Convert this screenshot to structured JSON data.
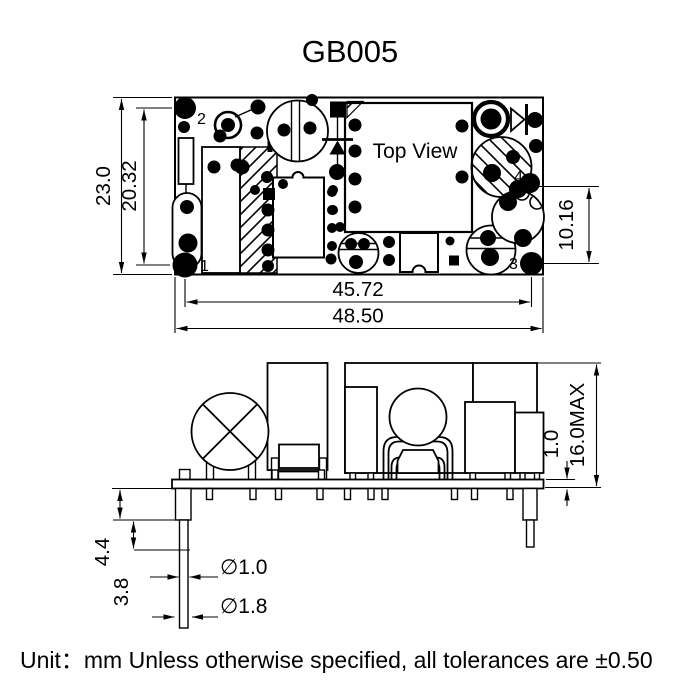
{
  "title": "GB005",
  "footer": "Unit：mm Unless otherwise specified, all tolerances are ±0.50",
  "top_view": {
    "label": "Top View",
    "pad_labels": {
      "pad1": "1",
      "pad2": "2",
      "pad3": "3",
      "pad4": "4"
    },
    "dims": {
      "board_height": "23.0",
      "pin_row_pitch": "20.32",
      "output_pin_pitch": "10.16",
      "pin_column_pitch": "45.72",
      "board_width": "48.50"
    }
  },
  "side_view": {
    "dims": {
      "max_component_height": "16.0MAX",
      "pcb_thickness": "1.0",
      "pin_shoulder_length": "4.4",
      "pin_tip_length": "3.8",
      "pin_diameter_thin": "∅1.0",
      "pin_diameter_thick": "∅1.8"
    }
  },
  "colors": {
    "ink": "#000000",
    "paper": "#ffffff"
  }
}
